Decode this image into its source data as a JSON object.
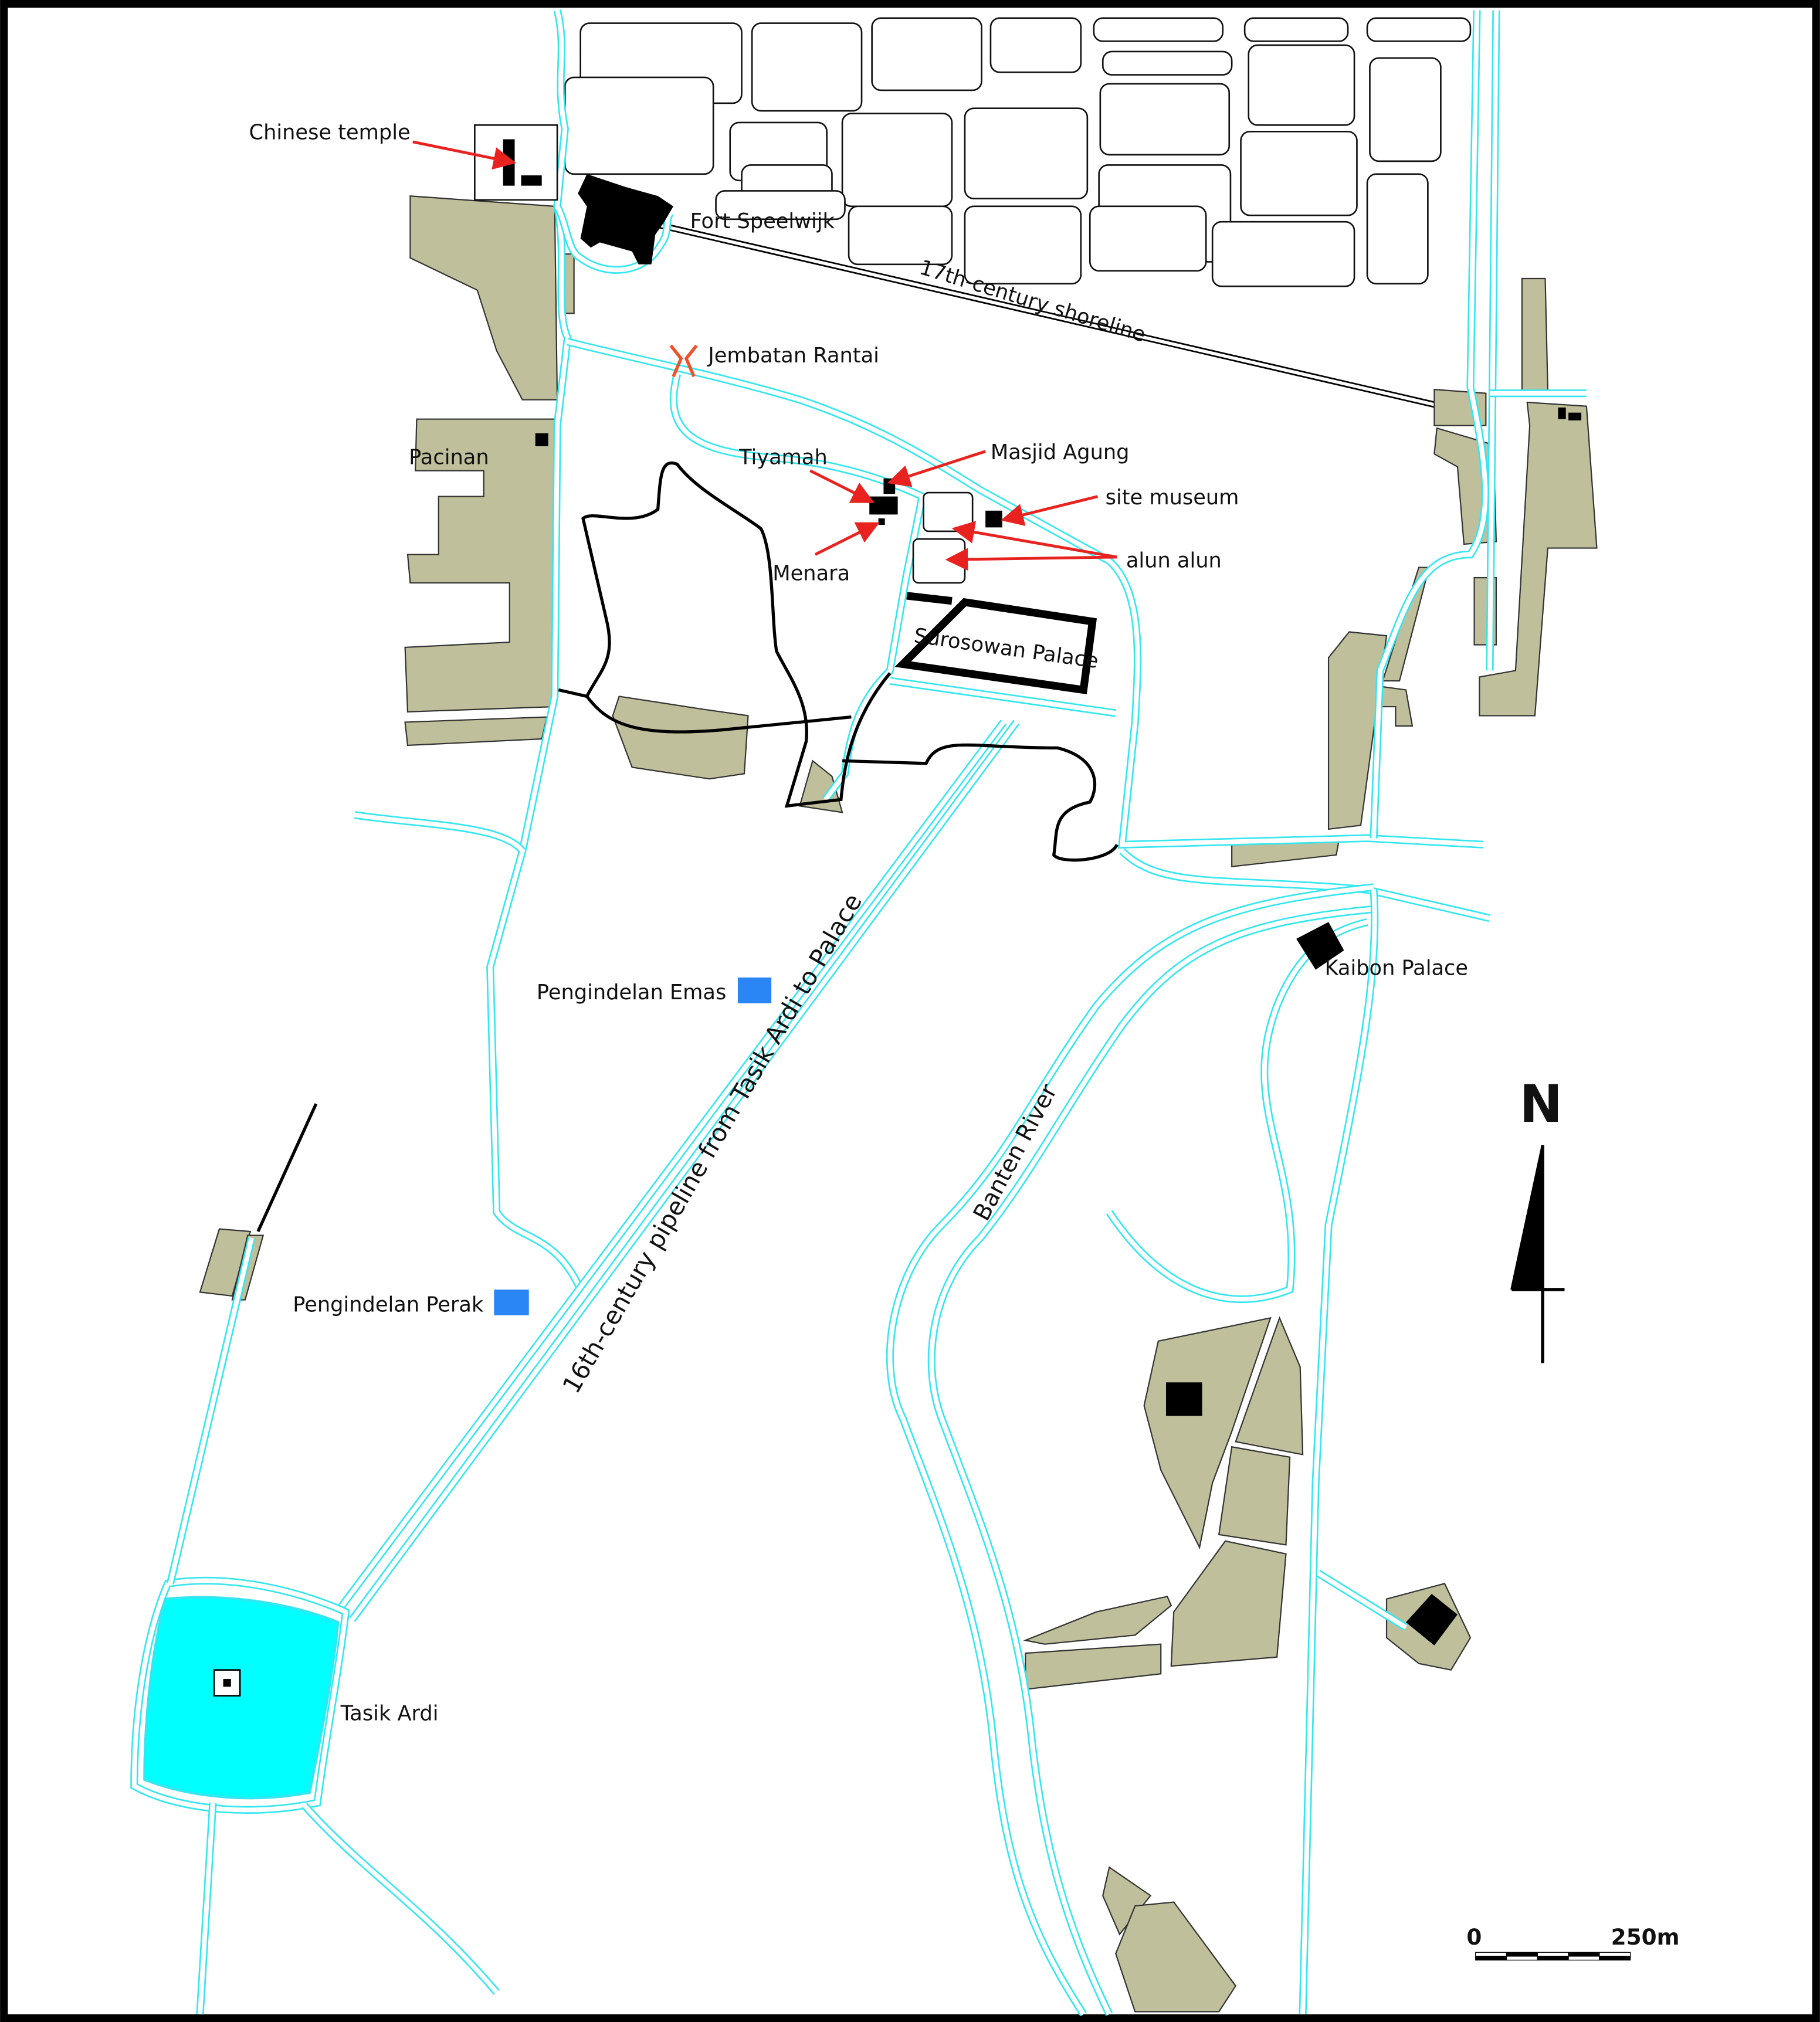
{
  "map": {
    "labels": {
      "chinese_temple": "Chinese temple",
      "fort_speelwijk": "Fort Speelwijk",
      "shoreline": "17th-century shoreline",
      "jembatan_rantai": "Jembatan Rantai",
      "pacinan": "Pacinan",
      "tiyamah": "Tiyamah",
      "masjid_agung": "Masjid Agung",
      "site_museum": "site museum",
      "alun_alun": "alun alun",
      "menara": "Menara",
      "surosowan_palace": "Surosowan Palace",
      "pengindelan_emas": "Pengindelan Emas",
      "pengindelan_perak": "Pengindelan Perak",
      "pipeline": "16th-century pipeline from Tasik Ardi to Palace",
      "banten_river": "Banten River",
      "kaibon_palace": "Kaibon Palace",
      "tasik_ardi": "Tasik Ardi"
    },
    "north_label": "N",
    "scale_bar": {
      "start": "0",
      "end": "250m"
    },
    "colors": {
      "water": "#00ffff",
      "canal": "#33e6f0",
      "settlement": "#c0bf9b",
      "marker_blue": "#2b86f5",
      "annotation": "#e8231f",
      "bridge": "#f0502a"
    }
  }
}
